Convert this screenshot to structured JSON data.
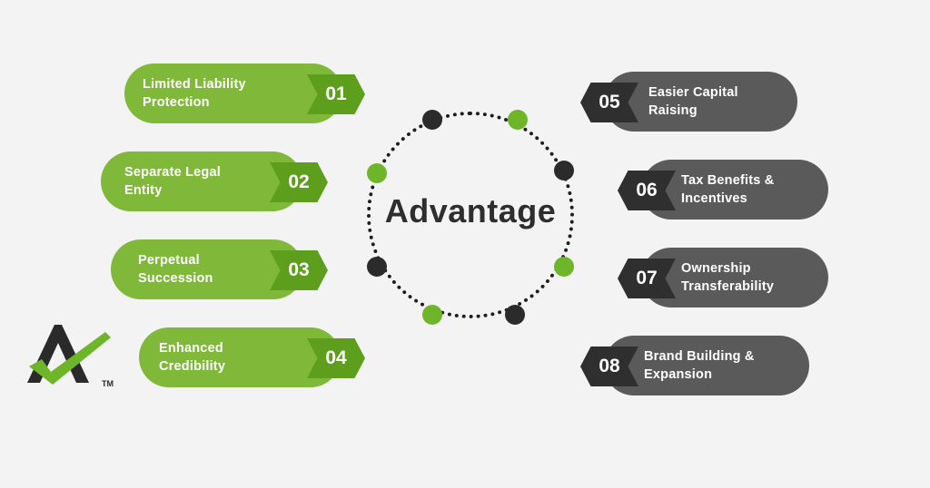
{
  "center": {
    "title": "Advantage"
  },
  "advantages": [
    {
      "number": "01",
      "label": "Limited Liability\nProtection"
    },
    {
      "number": "02",
      "label": "Separate Legal\nEntity"
    },
    {
      "number": "03",
      "label": "Perpetual\nSuccession"
    },
    {
      "number": "04",
      "label": "Enhanced\nCredibility"
    },
    {
      "number": "05",
      "label": "Easier Capital\nRaising"
    },
    {
      "number": "06",
      "label": "Tax Benefits &\nIncentives"
    },
    {
      "number": "07",
      "label": "Ownership\nTransferability"
    },
    {
      "number": "08",
      "label": "Brand Building &\nExpansion"
    }
  ],
  "logo": {
    "trademark": "TM"
  },
  "colors": {
    "green": "#80b83a",
    "green_tab": "#5e9e1d",
    "dark": "#5a5a5a",
    "dark_tab": "#2f2f2f",
    "background": "#f3f3f3"
  }
}
